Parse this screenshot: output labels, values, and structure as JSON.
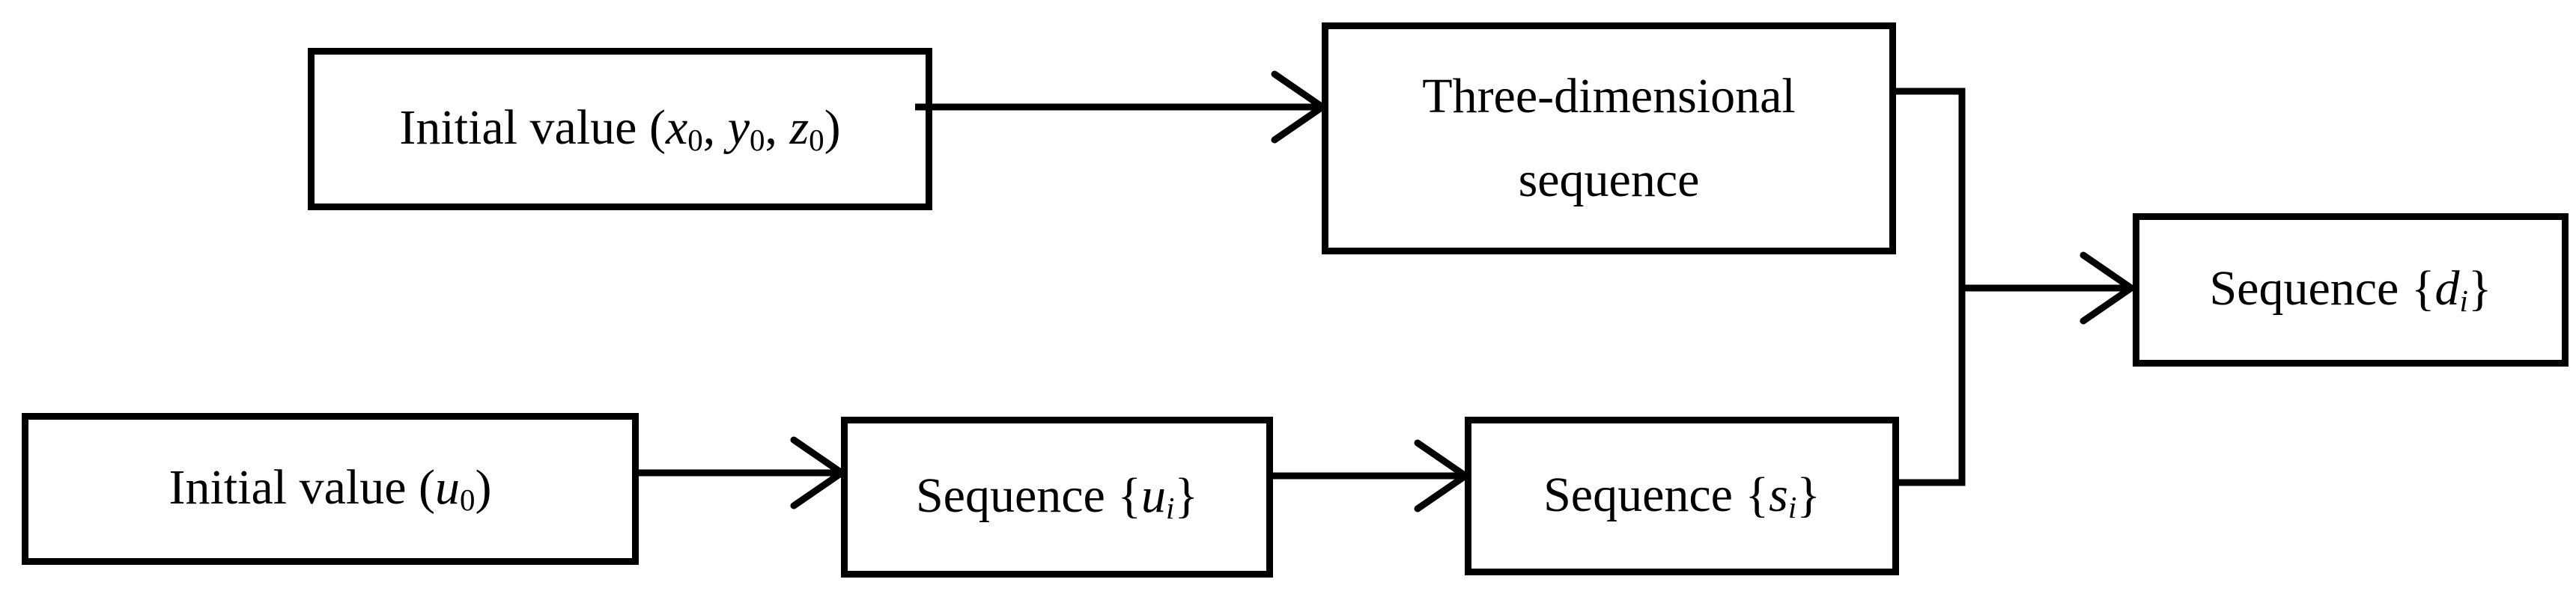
{
  "figure": {
    "type": "flowchart",
    "background_color": "#ffffff",
    "stroke_color": "#000000",
    "boxes": {
      "initial_xyz": {
        "text": "Initial value (x0, y0, z0)",
        "parts": [
          {
            "t": "Initial value ("
          },
          {
            "t": "x",
            "i": true
          },
          {
            "t": "0",
            "sub": true
          },
          {
            "t": ", "
          },
          {
            "t": "y",
            "i": true
          },
          {
            "t": "0",
            "sub": true
          },
          {
            "t": ", "
          },
          {
            "t": "z",
            "i": true
          },
          {
            "t": "0",
            "sub": true
          },
          {
            "t": ")"
          }
        ]
      },
      "three_dim": {
        "text": "Three-dimensional sequence",
        "line1": "Three-dimensional",
        "line2": "sequence"
      },
      "seq_d": {
        "text": "Sequence {di}",
        "parts": [
          {
            "t": "Sequence {"
          },
          {
            "t": "d",
            "i": true
          },
          {
            "t": "i",
            "i": true,
            "sub": true
          },
          {
            "t": "}"
          }
        ]
      },
      "initial_u": {
        "text": "Initial value (u0)",
        "parts": [
          {
            "t": "Initial value ("
          },
          {
            "t": "u",
            "i": true
          },
          {
            "t": "0",
            "sub": true
          },
          {
            "t": ")"
          }
        ]
      },
      "seq_u": {
        "text": "Sequence {ui}",
        "parts": [
          {
            "t": "Sequence {"
          },
          {
            "t": "u",
            "i": true
          },
          {
            "t": "i",
            "i": true,
            "sub": true
          },
          {
            "t": "}"
          }
        ]
      },
      "seq_s": {
        "text": "Sequence {si}",
        "parts": [
          {
            "t": "Sequence {"
          },
          {
            "t": "s",
            "i": true
          },
          {
            "t": "i",
            "i": true,
            "sub": true
          },
          {
            "t": "}"
          }
        ]
      }
    },
    "connections": [
      {
        "from": "initial_xyz",
        "to": "three_dim",
        "style": "arrow"
      },
      {
        "from": "initial_u",
        "to": "seq_u",
        "style": "arrow"
      },
      {
        "from": "seq_u",
        "to": "seq_s",
        "style": "arrow"
      },
      {
        "from": "three_dim",
        "to": "junction",
        "style": "elbow"
      },
      {
        "from": "seq_s",
        "to": "junction",
        "style": "elbow"
      },
      {
        "from": "junction",
        "to": "seq_d",
        "style": "arrow"
      }
    ]
  }
}
